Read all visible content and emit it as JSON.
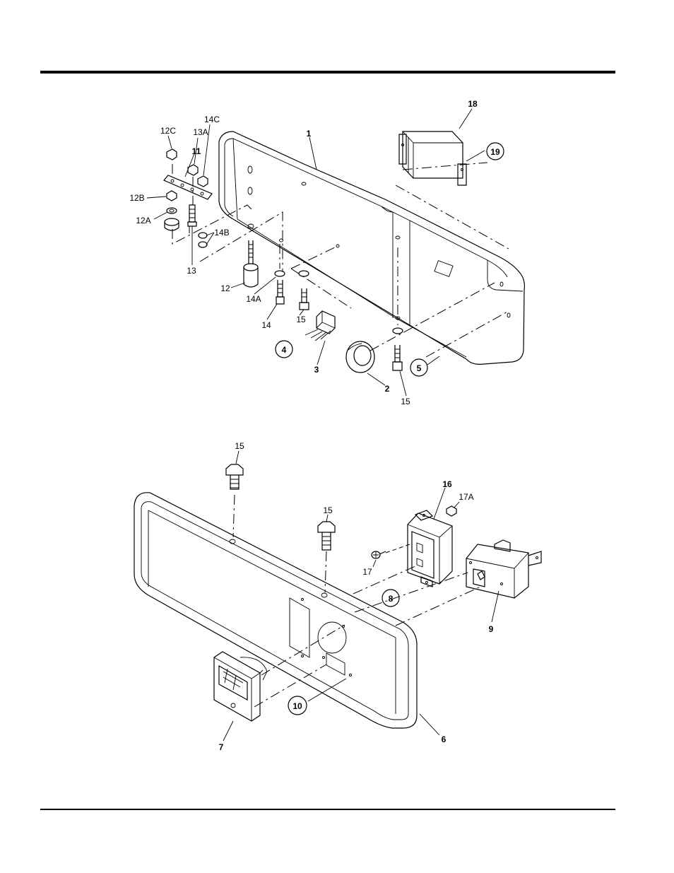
{
  "callouts": {
    "c1": "1",
    "c2": "2",
    "c3": "3",
    "c4": "4",
    "c5": "5",
    "c6": "6",
    "c7": "7",
    "c8": "8",
    "c9": "9",
    "c10": "10",
    "c11": "11",
    "c12": "12",
    "c12a": "12A",
    "c12b": "12B",
    "c12c": "12C",
    "c13": "13",
    "c13a": "13A",
    "c14": "14",
    "c14a": "14A",
    "c14b": "14B",
    "c14c": "14C",
    "c15a": "15",
    "c15b": "15",
    "c15c": "15",
    "c15d": "15",
    "c16": "16",
    "c17": "17",
    "c17a": "17A",
    "c18": "18",
    "c19": "19"
  }
}
